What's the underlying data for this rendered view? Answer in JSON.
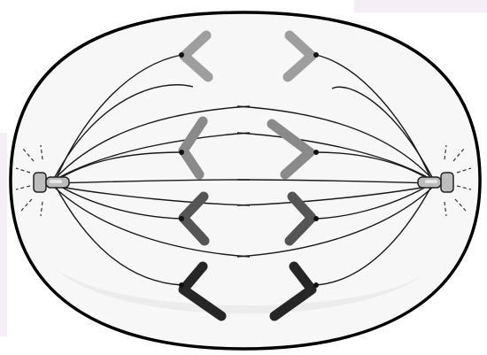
{
  "diagram": {
    "type": "cell-division-anaphase",
    "labels": [],
    "colors": {
      "cell_fill": "#f7f7f7",
      "cell_outline": "#000000",
      "spindle_fiber": "#1a1a1a",
      "chromosome_pair_1": "#9e9e9e",
      "chromosome_pair_2": "#8a8a8a",
      "chromosome_pair_3": "#555555",
      "chromosome_pair_4": "#262626",
      "centriole_body": "#bdbdbd",
      "centriole_highlight": "#e6e6e6",
      "page_edge_tint": "#f6eef6"
    },
    "counts": {
      "chromosome_pairs": 4,
      "poles": 2
    }
  }
}
